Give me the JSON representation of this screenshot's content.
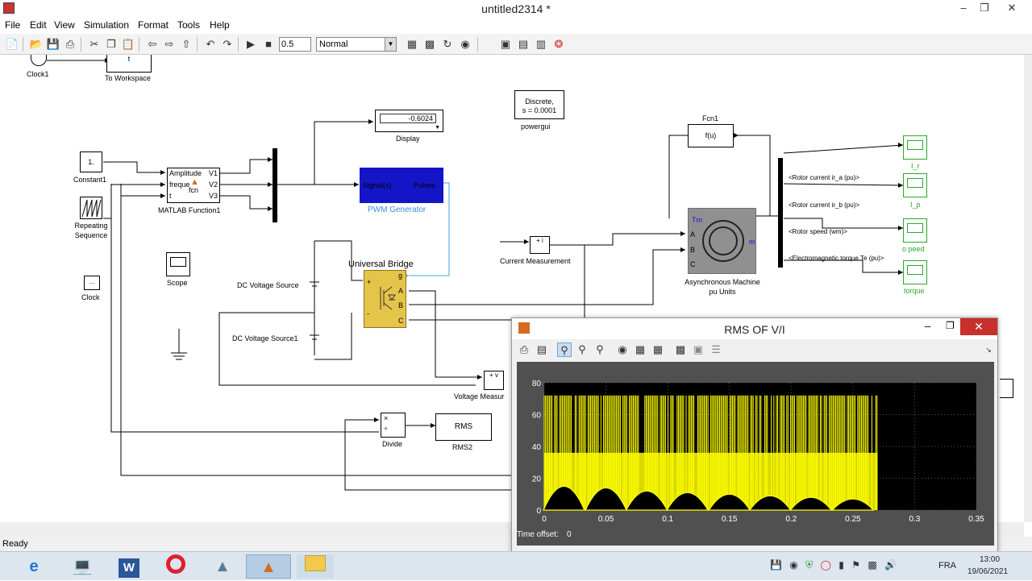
{
  "window": {
    "title": "untitled2314 *"
  },
  "menu": [
    "File",
    "Edit",
    "View",
    "Simulation",
    "Format",
    "Tools",
    "Help"
  ],
  "toolbar": {
    "stop_time": "0.5",
    "sim_mode": "Normal"
  },
  "blocks": {
    "clock1": "Clock1",
    "to_workspace": "To Workspace",
    "to_workspace_var": "t",
    "display_value": "-0.6024",
    "display": "Display",
    "discrete_line1": "Discrete,",
    "discrete_line2": "s = 0.0001",
    "powergui": "powergui",
    "fcn1": "Fcn1",
    "fcn1_expr": "f(u)",
    "constant1": "Constant1",
    "constant1_val": "1.",
    "repeating_seq_1": "Repeating",
    "repeating_seq_2": "Sequence",
    "matlab_fn": "MATLAB Function1",
    "matlab_fn_in1": "Amplitude",
    "matlab_fn_in2": "freque",
    "matlab_fn_in3": "t",
    "matlab_fn_out1": "V1",
    "matlab_fn_out2": "V2",
    "matlab_fn_out3": "V3",
    "matlab_fn_core": "fcn",
    "pwm_in": "Signal(s)",
    "pwm_out": "Pulses",
    "pwm": "PWM Generator",
    "scope": "Scope",
    "clock": "Clock",
    "dc1": "DC Voltage Source",
    "dc2": "DC Voltage Source1",
    "universal_bridge": "Universal Bridge",
    "bridge_g": "g",
    "bridge_a": "A",
    "bridge_b": "B",
    "bridge_c": "C",
    "current_meas": "Current Measurement",
    "voltage_meas": "Voltage Measur",
    "machine_1": "Asynchronous Machine",
    "machine_2": "pu Units",
    "machine_tm": "Tm",
    "machine_m": "m",
    "machine_a": "A",
    "machine_b": "B",
    "machine_c": "C",
    "sig_ira": "<Rotor current ir_a (pu)>",
    "sig_irb": "<Rotor current ir_b (pu)>",
    "sig_speed": "<Rotor speed (wm)>",
    "sig_torque": "<Electromagnetic torque Te (pu)>",
    "scope_ir": "I_r",
    "scope_ip": "I_p",
    "scope_speed": "o peed",
    "scope_torque": "torque",
    "divide": "Divide",
    "rms_inner": "RMS",
    "rms2": "RMS2"
  },
  "status": "Ready",
  "scope_window": {
    "title": "RMS OF V/I",
    "time_offset_label": "Time offset:",
    "time_offset_value": "0"
  },
  "chart_data": {
    "type": "line",
    "title": "",
    "xlabel": "",
    "ylabel": "",
    "xlim": [
      0,
      0.35
    ],
    "ylim": [
      0,
      80
    ],
    "xticks": [
      "0",
      "0.05",
      "0.1",
      "0.15",
      "0.2",
      "0.25",
      "0.3",
      "0.35"
    ],
    "yticks": [
      "0",
      "20",
      "40",
      "60",
      "80"
    ],
    "grid": true,
    "series_color": "#ffff00",
    "background": "#000000",
    "signal_end_time": 0.27,
    "peak_value": 72,
    "envelope_peaks": [
      {
        "t": 0.016,
        "v": 15
      },
      {
        "t": 0.05,
        "v": 14
      },
      {
        "t": 0.083,
        "v": 12
      },
      {
        "t": 0.116,
        "v": 11
      },
      {
        "t": 0.15,
        "v": 10
      },
      {
        "t": 0.183,
        "v": 9
      },
      {
        "t": 0.216,
        "v": 8
      },
      {
        "t": 0.25,
        "v": 7
      }
    ]
  },
  "taskbar": {
    "lang": "FRA",
    "time": "13:00",
    "date": "19/06/2021"
  },
  "colors": {
    "bridge": "#e5c44a",
    "pwm": "#1515c8",
    "pwm_label": "#3a8ee0",
    "scope_green": "#2aa72a",
    "close_red": "#c7302b"
  }
}
